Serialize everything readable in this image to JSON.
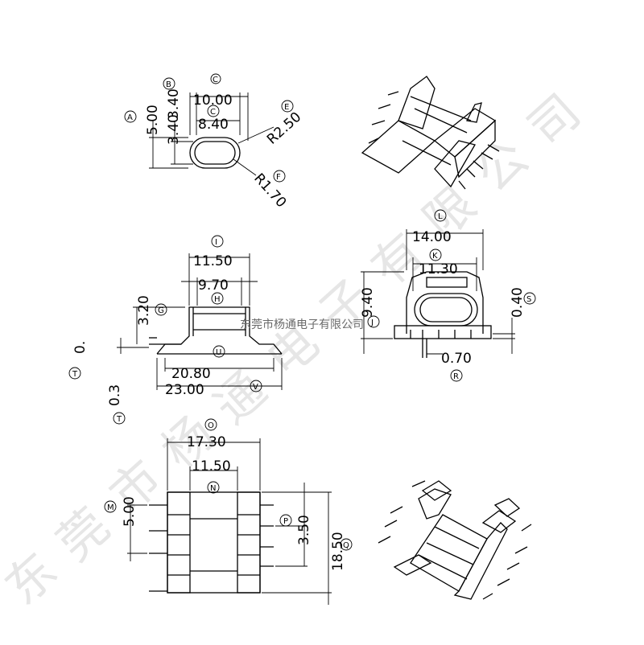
{
  "watermark": {
    "large": [
      "东",
      "莞",
      "市",
      "杨",
      "通",
      "电",
      "子",
      "有",
      "限",
      "公",
      "司"
    ],
    "small": "东莞市杨通电子有限公司"
  },
  "view_top_left": {
    "dims": {
      "d_500": "5.00",
      "d_340a": "3.40",
      "d_1000": "10.00",
      "d_840": "8.40",
      "d_340b": "3.40",
      "d_r250": "R2.50",
      "d_r170": "R1.70"
    },
    "bubbles": {
      "a": "A",
      "b": "B",
      "c": "C",
      "c2": "C",
      "e": "E",
      "f": "F"
    }
  },
  "view_mid_left": {
    "dims": {
      "d_1150": "11.50",
      "d_970": "9.70",
      "d_320": "3.20",
      "d_2080": "20.80",
      "d_2300": "23.00",
      "d_0": "0.",
      "d_03": "0.3"
    },
    "bubbles": {
      "i": "I",
      "h": "H",
      "g": "G",
      "u": "U",
      "v": "V",
      "t1": "T",
      "t2": "T"
    }
  },
  "view_mid_right": {
    "dims": {
      "d_1400": "14.00",
      "d_1130": "11.30",
      "d_940": "9.40",
      "d_040": "0.40",
      "d_070": "0.70"
    },
    "bubbles": {
      "l": "L",
      "k": "K",
      "j": "J",
      "s": "S",
      "r": "R"
    }
  },
  "view_bottom_left": {
    "dims": {
      "d_1730": "17.30",
      "d_1150": "11.50",
      "d_500": "5.00",
      "d_350": "3.50",
      "d_1850": "18.50"
    },
    "bubbles": {
      "o": "O",
      "n": "N",
      "m": "M",
      "p": "P",
      "q": "Q"
    }
  }
}
